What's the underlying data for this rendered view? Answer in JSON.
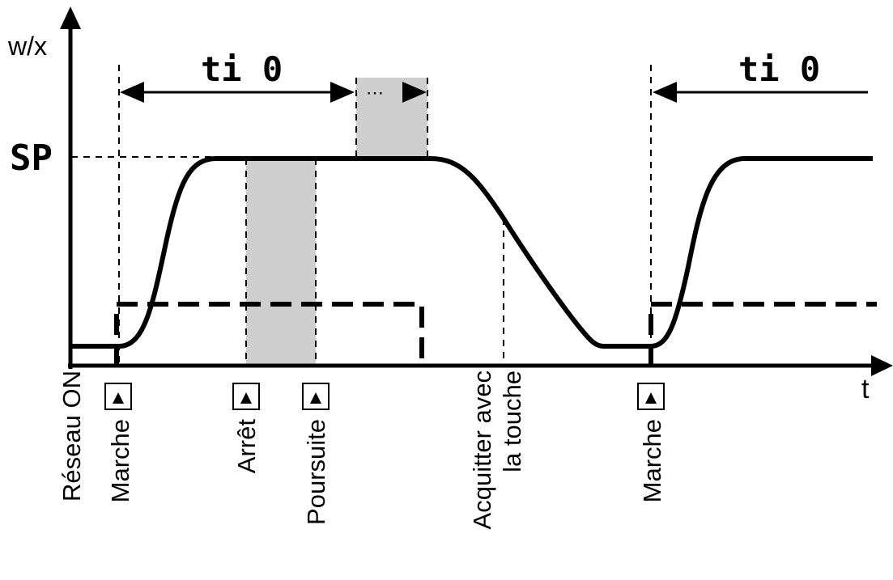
{
  "diagram": {
    "y_axis_label": "w/x",
    "x_axis_label": "t",
    "setpoint_label": "SP",
    "timer_label_1": "ti 0",
    "timer_label_2": "ti 0",
    "dots": "⋯",
    "events": {
      "power_on": "Réseau ON",
      "start_1": "Marche",
      "stop": "Arrêt",
      "resume": "Poursuite",
      "acknowledge_line1": "Acquitter avec",
      "acknowledge_line2": "la touche",
      "start_2": "Marche"
    },
    "key_symbol": "▲"
  }
}
